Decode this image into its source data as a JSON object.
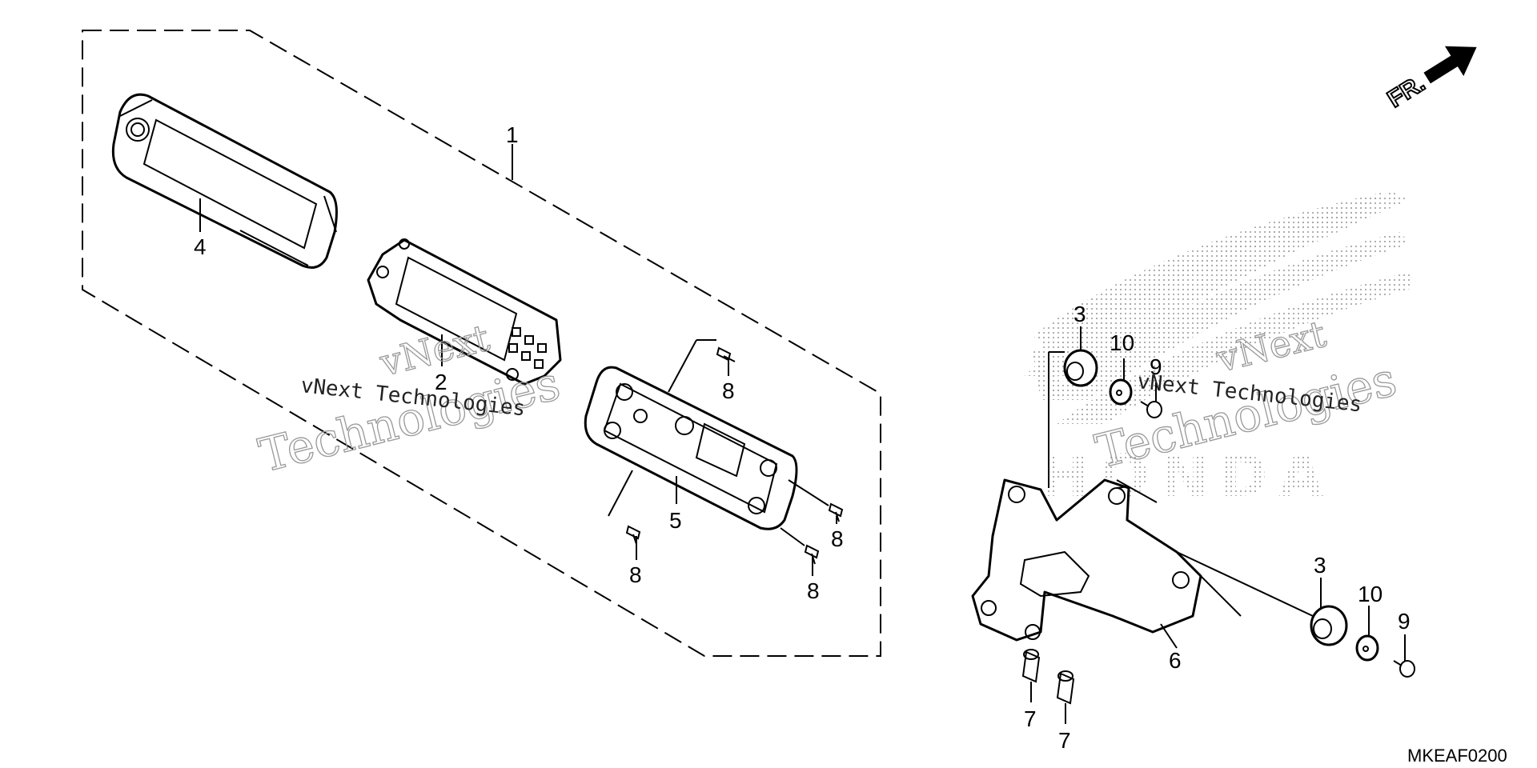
{
  "diagram": {
    "reference_code": "MKEAF0200",
    "front_indicator": "FR.",
    "watermark_primary": "vNext Technologies",
    "watermark_secondary": "Technologies",
    "brand_watermark": "HONDA",
    "callouts": {
      "meter_assy": "1",
      "lcd_unit": "2",
      "rubber_mount_upper": "3",
      "rubber_mount_lower": "3",
      "meter_cover": "4",
      "meter_case": "5",
      "meter_stay": "6",
      "bolt_stay_a": "7",
      "bolt_stay_b": "7",
      "screw_a": "8",
      "screw_b": "8",
      "screw_c": "8",
      "screw_d": "8",
      "bolt_upper": "9",
      "bolt_lower": "9",
      "washer_upper": "10",
      "washer_lower": "10"
    }
  },
  "colors": {
    "line": "#000000",
    "background": "#ffffff",
    "watermark": "#999999",
    "dot_pattern": "#8a8a8a"
  }
}
